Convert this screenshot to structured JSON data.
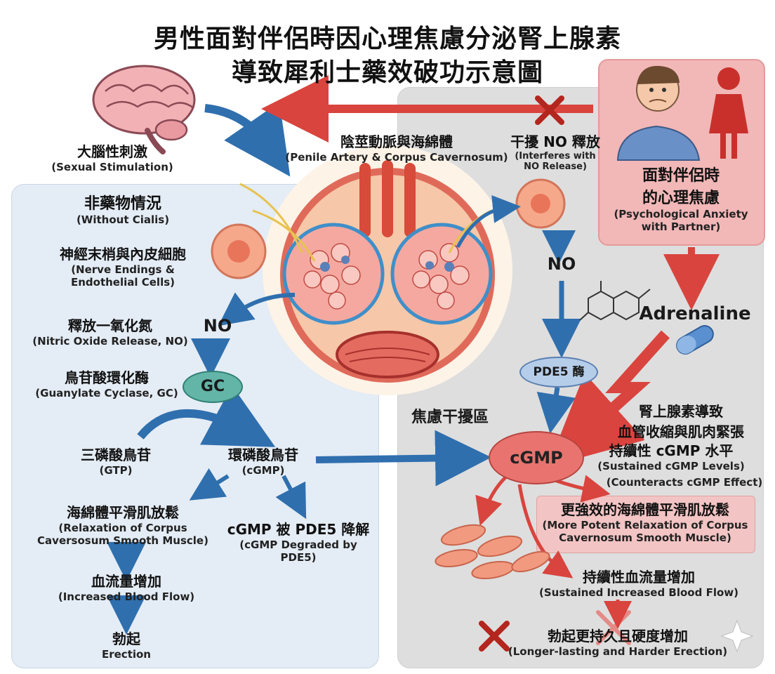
{
  "title": {
    "line1": "男性面對伴侶時因心理焦慮分泌腎上腺素",
    "line2": "導致犀利士藥效破功示意圖"
  },
  "brain": {
    "zh": "大腦性刺激",
    "en": "(Sexual Stimulation)"
  },
  "artery": {
    "zh": "陰莖動脈與海綿體",
    "en": "(Penile Artery & Corpus Cavernosum)"
  },
  "interferes": {
    "zh": "干擾 NO 釋放",
    "en1": "(Interferes with",
    "en2": "NO Release)"
  },
  "anxiety": {
    "zh1": "面對伴侶時",
    "zh2": "的心理焦慮",
    "en1": "(Psychological Anxiety",
    "en2": "with Partner)"
  },
  "left": {
    "heading_zh": "非藥物情況",
    "heading_en": "(Without Cialis)",
    "nerve_zh": "神經末梢與內皮細胞",
    "nerve_en1": "(Nerve Endings &",
    "nerve_en2": "Endothelial Cells)",
    "no_label": "NO",
    "release_zh": "釋放一氧化氮",
    "release_en": "(Nitric Oxide Release, NO)",
    "gc_zh": "鳥苷酸環化酶",
    "gc_en": "(Guanylate Cyclase, GC)",
    "gc_pill": "GC",
    "gtp_zh": "三磷酸鳥苷",
    "gtp_en": "(GTP)",
    "cgmp_zh": "環磷酸鳥苷",
    "cgmp_en": "(cGMP)",
    "relax_zh": "海綿體平滑肌放鬆",
    "relax_en1": "(Relaxation of Corpus",
    "relax_en2": "Caversosum Smooth Muscle)",
    "degrade_zh": "cGMP 被 PDE5 降解",
    "degrade_en1": "(cGMP Degraded by",
    "degrade_en2": "PDE5)",
    "blood_zh": "血流量增加",
    "blood_en": "(Increased Blood Flow)",
    "erection_zh": "勃起",
    "erection_en": "Erection"
  },
  "right": {
    "no_label": "NO",
    "pde5": "PDE5 酶",
    "adrenaline": "Adrenaline",
    "zone": "焦慮干擾區",
    "cgmp": "cGMP",
    "adr_effect1": "腎上腺素導致",
    "adr_effect2": "血管收縮與肌肉緊張",
    "sustained_zh": "持續性 cGMP 水平",
    "sustained_en": "(Sustained cGMP Levels)",
    "counteracts": "(Counteracts cGMP Effect)",
    "potent_zh": "更強效的海綿體平滑肌放鬆",
    "potent_en1": "(More Potent Relaxation of Corpus",
    "potent_en2": "Cavernosum Smooth Muscle)",
    "blood_zh": "持續性血流量增加",
    "blood_en": "(Sustained Increased Blood Flow)",
    "final_zh": "勃起更持久且硬度增加",
    "final_en": "(Longer-lasting and Harder Erection)"
  },
  "colors": {
    "arrow_blue": "#2f6fae",
    "arrow_red": "#d9443e",
    "cross_red": "#b3261e",
    "left_panel": "#e4ecf5",
    "right_panel": "#dedede",
    "anxiety_box": "#f2b7b7",
    "cgmp_fill": "#e8736f",
    "gc_fill": "#63b5a8",
    "pde5_fill": "#b6cdea"
  }
}
